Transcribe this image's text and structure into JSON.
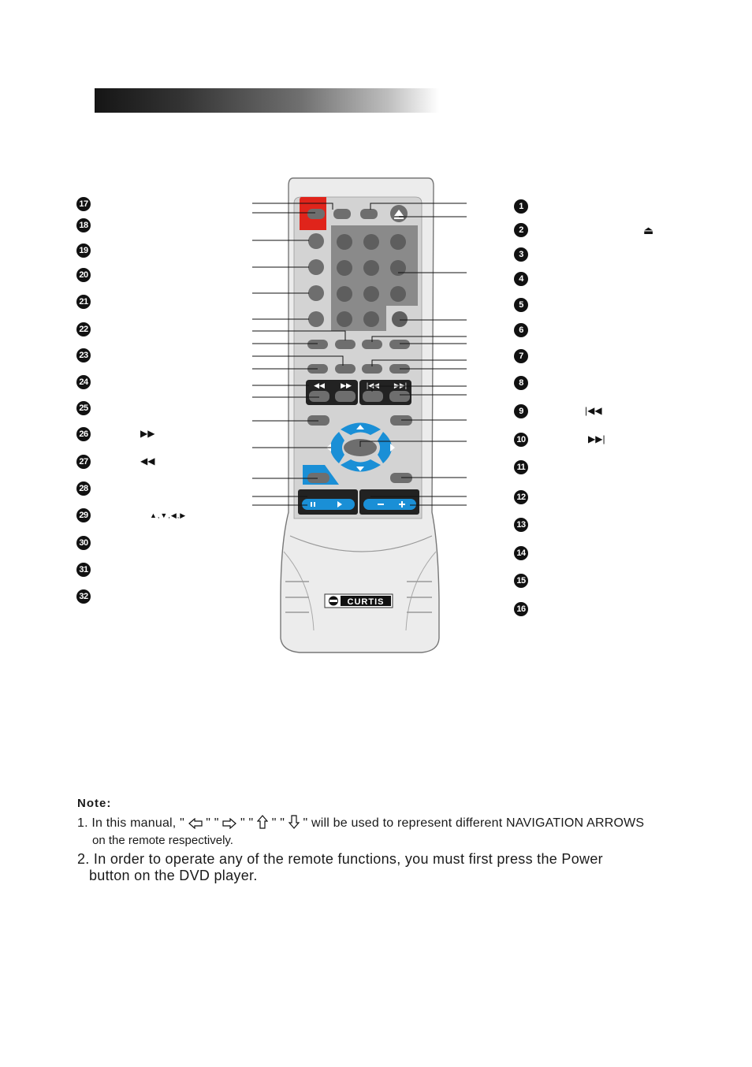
{
  "header": {
    "title": ""
  },
  "callouts_left": [
    {
      "num": "17"
    },
    {
      "num": "18"
    },
    {
      "num": "19"
    },
    {
      "num": "20"
    },
    {
      "num": "21"
    },
    {
      "num": "22"
    },
    {
      "num": "23"
    },
    {
      "num": "24"
    },
    {
      "num": "25"
    },
    {
      "num": "26",
      "icon": "fast-forward-icon"
    },
    {
      "num": "27",
      "icon": "rewind-icon"
    },
    {
      "num": "28"
    },
    {
      "num": "29",
      "icon": "arrow-keys-icon"
    },
    {
      "num": "30"
    },
    {
      "num": "31"
    },
    {
      "num": "32"
    }
  ],
  "callouts_right": [
    {
      "num": "1"
    },
    {
      "num": "2",
      "icon": "eject-icon"
    },
    {
      "num": "3"
    },
    {
      "num": "4"
    },
    {
      "num": "5"
    },
    {
      "num": "6"
    },
    {
      "num": "7"
    },
    {
      "num": "8"
    },
    {
      "num": "9",
      "icon": "skip-back-icon"
    },
    {
      "num": "10",
      "icon": "skip-forward-icon"
    },
    {
      "num": "11"
    },
    {
      "num": "12"
    },
    {
      "num": "13"
    },
    {
      "num": "14"
    },
    {
      "num": "15"
    },
    {
      "num": "16"
    }
  ],
  "remote": {
    "brand": "CURTIS",
    "colors": {
      "body": "#e6e6e6",
      "face": "#d2d2d2",
      "button": "#6e6e6e",
      "power": "#e0241b",
      "nav": "#1a8fd6"
    }
  },
  "note": {
    "title": "Note:",
    "item1_prefix": "1. In this manual, \"",
    "item1_sep": "\" \"",
    "item1_suffix": "\" will be used to represent different NAVIGATION ARROWS",
    "item1_line2": "on the remote respectively.",
    "item2_line1": "2. In order to operate any of the remote functions, you must first press the Power",
    "item2_line2": "button on the DVD player."
  }
}
